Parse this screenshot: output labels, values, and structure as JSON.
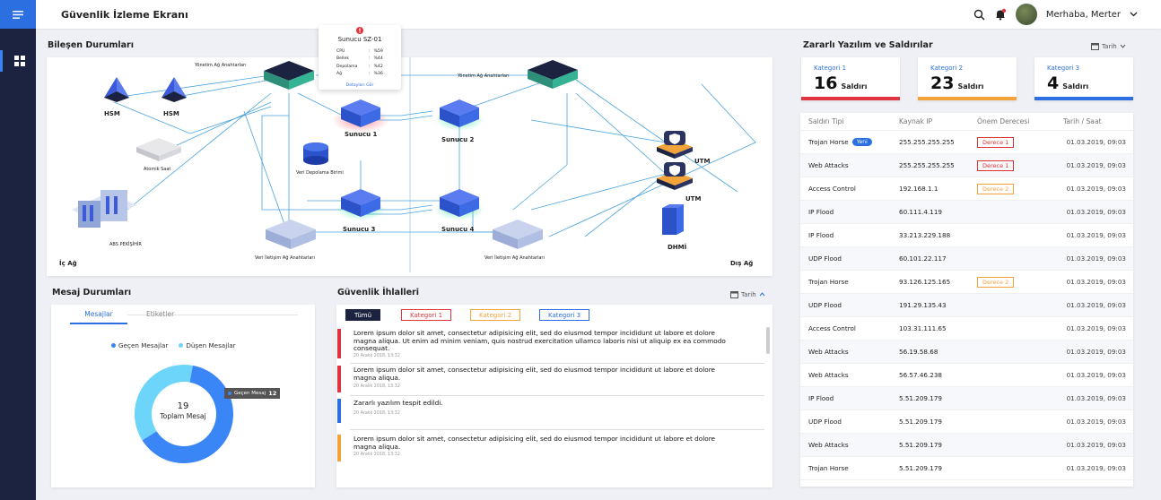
{
  "app": {
    "title": "Güvenlik İzleme Ekranı",
    "greeting": "Merhaba, Merter"
  },
  "colors": {
    "accent": "#2b6fe0",
    "sidebar": "#1c2340",
    "red": "#e0343f",
    "orange": "#f2a33a",
    "blue": "#2b6fe0",
    "donut_dark": "#3a86f7",
    "donut_light": "#6dd5fa"
  },
  "components": {
    "title": "Bileşen Durumları",
    "nodes": {
      "hsm": "HSM",
      "mgmt_switch": "Yönetim Ağ Anahtarları",
      "atomic_clock": "Atomik Saat",
      "storage": "Veri Depolama Birimi",
      "abs": "ABS PEKİŞİHİR",
      "comm_switch": "Veri İletişim Ağ Anahtarları",
      "server1": "Sunucu 1",
      "server2": "Sunucu 2",
      "server3": "Sunucu 3",
      "server4": "Sunucu 4",
      "utm": "UTM",
      "dhmi": "DHMİ",
      "inner_net": "İç Ağ",
      "outer_net": "Dış Ağ"
    },
    "tooltip": {
      "title": "Sunucu SZ-01",
      "rows": [
        {
          "k": "CPU",
          "v": "%59"
        },
        {
          "k": "Bellek",
          "v": "%44"
        },
        {
          "k": "Depolama",
          "v": "%42"
        },
        {
          "k": "Ağ",
          "v": "%36"
        }
      ],
      "link": "Detayları Gör"
    }
  },
  "messages": {
    "title": "Mesaj Durumları",
    "tabs": [
      "Mesajlar",
      "Etiketler"
    ],
    "legend": [
      "Geçen Mesajlar",
      "Düşen Mesajlar"
    ],
    "total": "19",
    "total_label": "Toplam Mesaj",
    "tooltip_label": "Geçen Mesaj",
    "tooltip_value": "12"
  },
  "chart_data": {
    "type": "pie",
    "series": [
      {
        "name": "Geçen Mesajlar",
        "value": 12
      },
      {
        "name": "Düşen Mesajlar",
        "value": 7
      }
    ],
    "legend": "top",
    "title": ""
  },
  "violations": {
    "title": "Güvenlik İhlalleri",
    "date_label": "Tarih",
    "filters": [
      "Tümü",
      "Kategori 1",
      "Kategori 2",
      "Kategori 3"
    ],
    "items": [
      {
        "text": "Lorem ipsum dolor sit amet, consectetur adipisicing elit, sed do eiusmod tempor incididunt ut labore et dolore magna aliqua. Ut enim ad minim veniam, quis nostrud exercitation ullamco laboris nisi ut aliquip ex ea commodo consequat.",
        "date": "20 Aralık 2018, 13:32",
        "color": "#e0343f"
      },
      {
        "text": "Lorem ipsum dolor sit amet, consectetur adipisicing elit, sed do eiusmod tempor incididunt ut labore et dolore magna aliqua.",
        "date": "20 Aralık 2018, 13:32",
        "color": "#e0343f"
      },
      {
        "text": "Zararlı yazılım tespit edildi.",
        "date": "20 Aralık 2018, 13:32",
        "color": "#2b6fe0"
      },
      {
        "text": "Lorem ipsum dolor sit amet, consectetur adipisicing elit, sed do eiusmod tempor incididunt ut labore et dolore magna aliqua.",
        "date": "20 Aralık 2018, 13:32",
        "color": "#f2a33a"
      }
    ]
  },
  "malware": {
    "title": "Zararlı Yazılım ve Saldırılar",
    "date_label": "Tarih",
    "categories": [
      {
        "label": "Kategori 1",
        "count": "16",
        "unit": "Saldırı",
        "color": "#e0343f"
      },
      {
        "label": "Kategori 2",
        "count": "23",
        "unit": "Saldırı",
        "color": "#f2a33a"
      },
      {
        "label": "Kategori 3",
        "count": "4",
        "unit": "Saldırı",
        "color": "#2b6fe0"
      }
    ],
    "columns": [
      "Saldırı Tipi",
      "Kaynak IP",
      "Önem Derecesi",
      "Tarih / Saat"
    ],
    "rows": [
      {
        "type": "Trojan Horse",
        "badge": "Yeni",
        "ip": "255.255.255.255",
        "sev": "Derece 1",
        "sevc": "red",
        "date": "01.03.2019, 09:03"
      },
      {
        "type": "Web Attacks",
        "badge": "",
        "ip": "255.255.255.255",
        "sev": "Derece 1",
        "sevc": "red",
        "date": "01.03.2019, 09:03"
      },
      {
        "type": "Access Control",
        "badge": "",
        "ip": "192.168.1.1",
        "sev": "Derece 2",
        "sevc": "orange",
        "date": "01.03.2019, 09:03"
      },
      {
        "type": "IP Flood",
        "badge": "",
        "ip": "60.111.4.119",
        "sev": "",
        "sevc": "",
        "date": "01.03.2019, 09:03"
      },
      {
        "type": "IP Flood",
        "badge": "",
        "ip": "33.213.229.188",
        "sev": "",
        "sevc": "",
        "date": "01.03.2019, 09:03"
      },
      {
        "type": "UDP Flood",
        "badge": "",
        "ip": "60.101.22.117",
        "sev": "",
        "sevc": "",
        "date": "01.03.2019, 09:03"
      },
      {
        "type": "Trojan Horse",
        "badge": "",
        "ip": "93.126.125.165",
        "sev": "Derece 2",
        "sevc": "orange",
        "date": "01.03.2019, 09:03"
      },
      {
        "type": "UDP Flood",
        "badge": "",
        "ip": "191.29.135.43",
        "sev": "",
        "sevc": "",
        "date": "01.03.2019, 09:03"
      },
      {
        "type": "Access Control",
        "badge": "",
        "ip": "103.31.111.65",
        "sev": "",
        "sevc": "",
        "date": "01.03.2019, 09:03"
      },
      {
        "type": "Web Attacks",
        "badge": "",
        "ip": "56.19.58.68",
        "sev": "",
        "sevc": "",
        "date": "01.03.2019, 09:03"
      },
      {
        "type": "Web Attacks",
        "badge": "",
        "ip": "56.57.46.238",
        "sev": "",
        "sevc": "",
        "date": "01.03.2019, 09:03"
      },
      {
        "type": "IP Flood",
        "badge": "",
        "ip": "5.51.209.179",
        "sev": "",
        "sevc": "",
        "date": "01.03.2019, 09:03"
      },
      {
        "type": "UDP Flood",
        "badge": "",
        "ip": "5.51.209.179",
        "sev": "",
        "sevc": "",
        "date": "01.03.2019, 09:03"
      },
      {
        "type": "Web Attacks",
        "badge": "",
        "ip": "5.51.209.179",
        "sev": "",
        "sevc": "",
        "date": "01.03.2019, 09:03"
      },
      {
        "type": "Trojan Horse",
        "badge": "",
        "ip": "5.51.209.179",
        "sev": "",
        "sevc": "",
        "date": "01.03.2019, 09:03"
      }
    ]
  }
}
